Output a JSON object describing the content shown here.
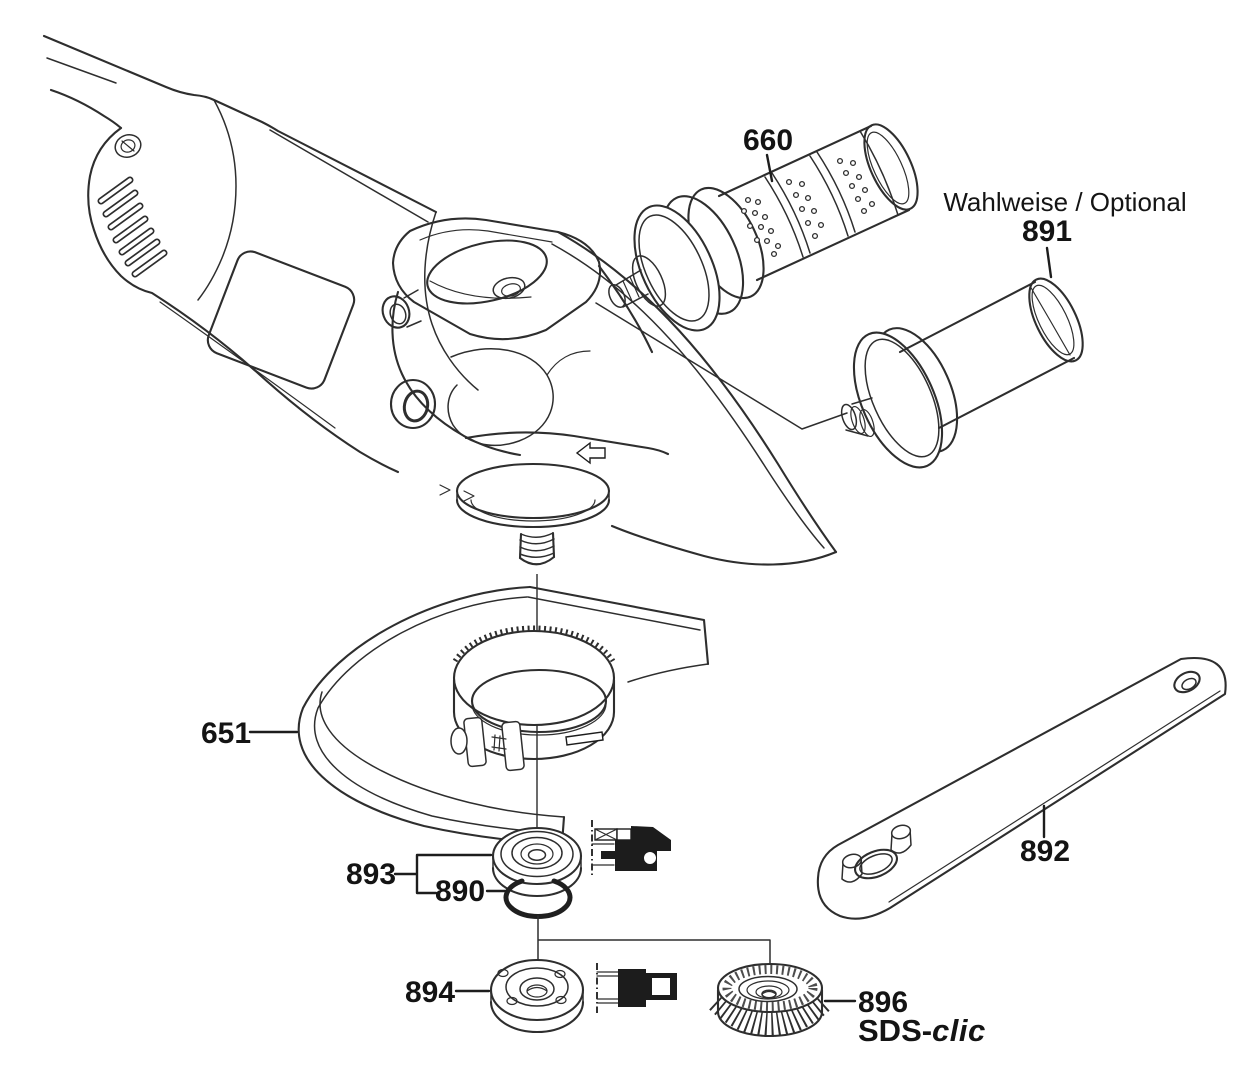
{
  "diagram": {
    "background": "#ffffff",
    "line_color": "#2e2e2e",
    "label_color": "#141414",
    "note_optional": "Wahlweise / Optional",
    "labels": {
      "motor_handle": "660",
      "optional_handle": "891",
      "guard": "651",
      "o_ring": "890",
      "pin_wrench": "892",
      "backing_flange": "893",
      "clamping_nut": "894",
      "quick_nut": "896"
    },
    "sds_logo": {
      "prefix": "SDS-",
      "suffix": "clic"
    },
    "icons": {
      "flange_mount": "flange-cross-section-icon",
      "nut_mount": "nut-cross-section-icon"
    }
  }
}
